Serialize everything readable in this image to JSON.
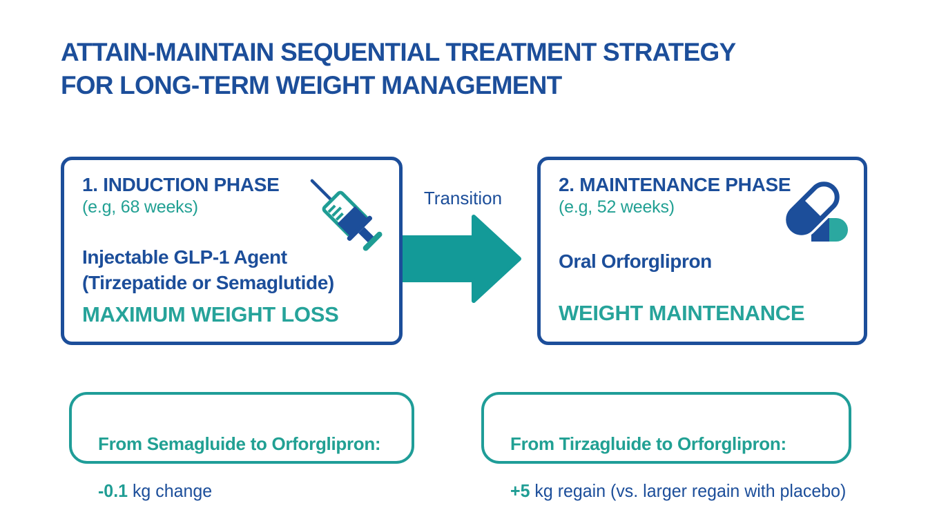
{
  "colors": {
    "dark_blue": "#1C4E9A",
    "teal": "#1F9D94",
    "arrow_teal": "#139A98",
    "background": "#FFFFFF"
  },
  "title": {
    "line1": "ATTAIN-MAINTAIN SEQUENTIAL TREATMENT STRATEGY",
    "line2": "FOR LONG-TERM WEIGHT MANAGEMENT"
  },
  "induction_box": {
    "heading": "1. INDUCTION PHASE",
    "duration": "(e.g, 68 weeks)",
    "agent_line1": "Injectable GLP-1 Agent",
    "agent_line2": "(Tirzepatide or Semaglutide)",
    "outcome": "MAXIMUM WEIGHT LOSS",
    "icon": "syringe-icon"
  },
  "transition": {
    "label": "Transition"
  },
  "maintenance_box": {
    "heading": "2. MAINTENANCE PHASE",
    "duration": "(e.g, 52 weeks)",
    "agent": "Oral Orforglipron",
    "outcome": "WEIGHT MAINTENANCE",
    "icon": "pill-icon"
  },
  "result_boxes": [
    {
      "heading": "From Semagluide to Orforglipron:",
      "value": "-0.1",
      "detail": " kg change"
    },
    {
      "heading": "From Tirzagluide to Orforglipron:",
      "value": "+5",
      "detail": " kg regain (vs. larger regain with placebo)"
    }
  ]
}
